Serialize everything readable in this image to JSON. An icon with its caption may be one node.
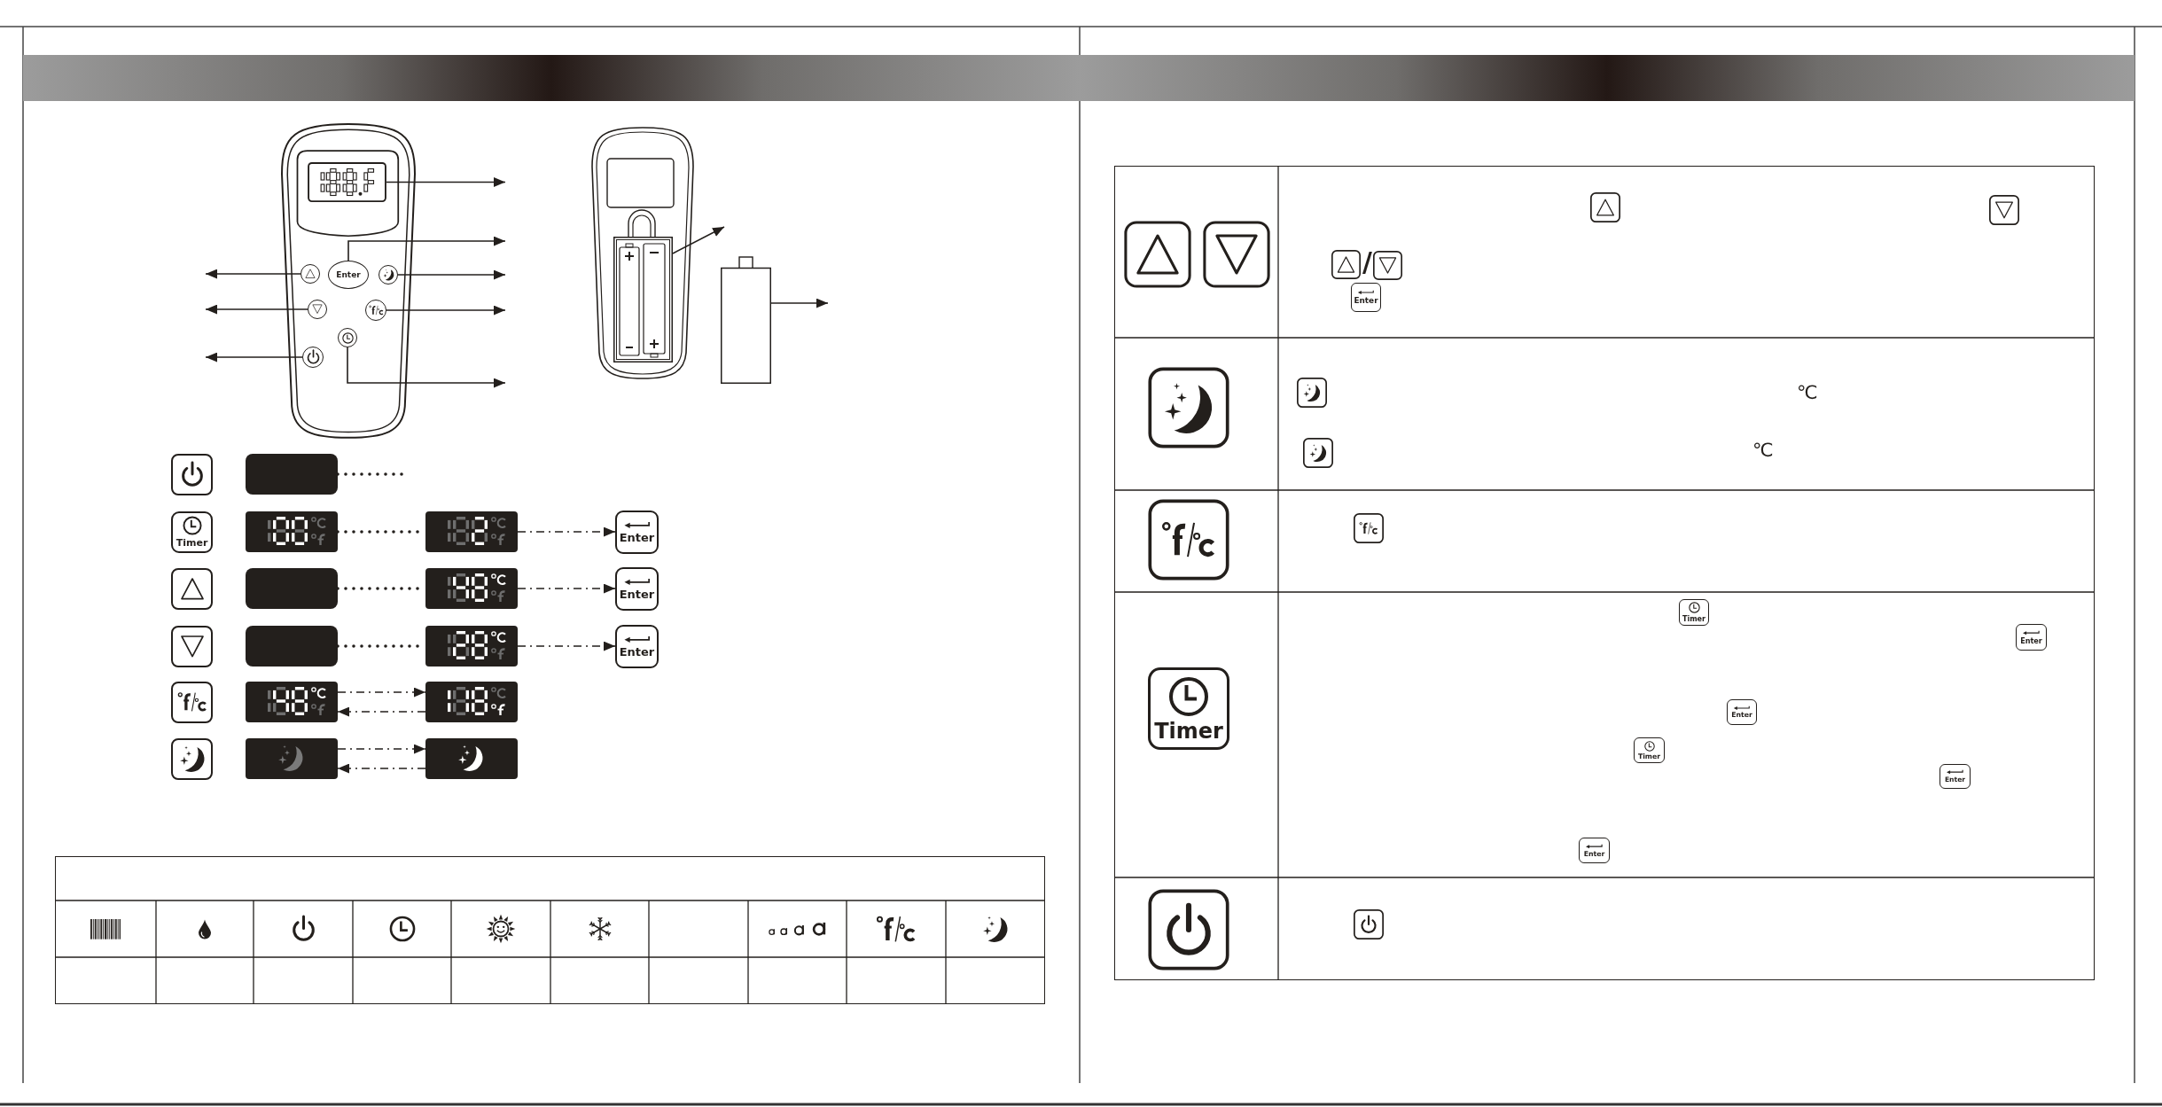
{
  "diagram": {
    "nodes": [
      {
        "text": [],
        "shape": "picture"
      },
      {
        "text": [
          "Enter"
        ]
      },
      {
        "text": [],
        "shape": "circle"
      },
      {
        "text": [],
        "shape": "circle"
      },
      {
        "text": [],
        "shape": "circle"
      },
      {
        "text": [],
        "shape": "circle"
      },
      {
        "text": [],
        "shape": "circle"
      },
      {
        "text": [],
        "shape": "circle"
      },
      {
        "text": [],
        "shape": "picture"
      },
      {
        "text": [],
        "shape": "box"
      },
      {
        "text": [],
        "shape": "box"
      },
      {
        "text": [],
        "shape": "box"
      },
      {
        "text": [
          "Timer"
        ]
      },
      {
        "text": [],
        "shape": "picture"
      },
      {
        "text": [],
        "shape": "picture"
      },
      {
        "text": [
          "Enter"
        ]
      },
      {
        "text": [],
        "shape": "box"
      },
      {
        "text": [],
        "shape": "box"
      },
      {
        "text": [],
        "shape": "picture"
      },
      {
        "text": [
          "Enter"
        ]
      },
      {
        "text": [],
        "shape": "box"
      },
      {
        "text": [],
        "shape": "box"
      },
      {
        "text": [],
        "shape": "picture"
      },
      {
        "text": [
          "Enter"
        ]
      },
      {
        "text": [],
        "shape": "box"
      },
      {
        "text": [],
        "shape": "picture"
      },
      {
        "text": [],
        "shape": "picture"
      },
      {
        "text": [],
        "shape": "box"
      },
      {
        "text": [],
        "shape": "picture"
      },
      {
        "text": [],
        "shape": "picture"
      }
    ],
    "edges": [
      {
        "from": 0,
        "to": null,
        "arrow": "to"
      },
      {
        "from": 1,
        "to": null,
        "arrow": "to"
      },
      {
        "from": 2,
        "to": null,
        "arrow": "to"
      },
      {
        "from": 3,
        "to": null,
        "arrow": "to"
      },
      {
        "from": 4,
        "to": null,
        "arrow": "to"
      },
      {
        "from": 5,
        "to": null,
        "arrow": "to"
      },
      {
        "from": 6,
        "to": null,
        "arrow": "to"
      },
      {
        "from": 7,
        "to": null,
        "arrow": "to"
      },
      {
        "from": 8,
        "to": null,
        "arrow": "to"
      },
      {
        "from": 9,
        "to": null,
        "arrow": "to"
      },
      {
        "from": 11,
        "to": null,
        "arrow": "none",
        "style": "dashed"
      },
      {
        "from": 13,
        "to": 14,
        "arrow": "none",
        "style": "dashed"
      },
      {
        "from": 14,
        "to": 15,
        "arrow": "to",
        "style": "dashed"
      },
      {
        "from": 17,
        "to": 18,
        "arrow": "none",
        "style": "dashed"
      },
      {
        "from": 18,
        "to": 19,
        "arrow": "to",
        "style": "dashed"
      },
      {
        "from": 21,
        "to": 22,
        "arrow": "none",
        "style": "dashed"
      },
      {
        "from": 22,
        "to": 23,
        "arrow": "to",
        "style": "dashed"
      },
      {
        "from": 25,
        "to": 26,
        "arrow": "to",
        "style": "dashed"
      },
      {
        "from": 26,
        "to": 25,
        "arrow": "to",
        "style": "dashed"
      },
      {
        "from": 28,
        "to": 29,
        "arrow": "to",
        "style": "dashed"
      },
      {
        "from": 29,
        "to": 28,
        "arrow": "to",
        "style": "dashed"
      }
    ],
    "labels": [
      "/",
      "Enter",
      "℃",
      "℃",
      "Timer",
      "Timer",
      "Enter",
      "Enter",
      "Timer",
      "Enter",
      "Enter"
    ]
  }
}
